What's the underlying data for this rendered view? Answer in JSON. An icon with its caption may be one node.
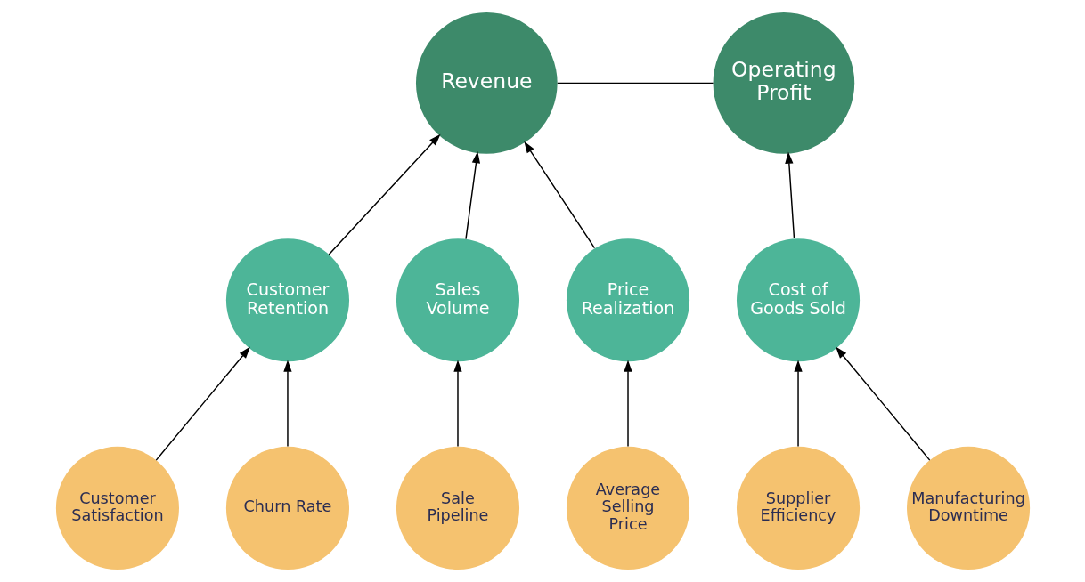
{
  "diagram": {
    "nodes": [
      {
        "text": [
          "Revenue"
        ]
      },
      {
        "text": [
          "Operating Profit"
        ]
      },
      {
        "text": [
          "Customer Retention"
        ]
      },
      {
        "text": [
          "Sales Volume"
        ]
      },
      {
        "text": [
          "Price Realization"
        ]
      },
      {
        "text": [
          "Cost of Goods Sold"
        ]
      },
      {
        "text": [
          "Customer Satisfaction"
        ]
      },
      {
        "text": [
          "Churn Rate"
        ]
      },
      {
        "text": [
          "Sale Pipeline"
        ]
      },
      {
        "text": [
          "Average Selling Price"
        ]
      },
      {
        "text": [
          "Supplier Efficiency"
        ]
      },
      {
        "text": [
          "Manufacturing Downtime"
        ]
      }
    ],
    "edges": [
      {
        "from": 0,
        "to": 1,
        "arrow": "none"
      },
      {
        "from": 2,
        "to": 0,
        "arrow": "to"
      },
      {
        "from": 3,
        "to": 0,
        "arrow": "to"
      },
      {
        "from": 4,
        "to": 0,
        "arrow": "to"
      },
      {
        "from": 5,
        "to": 1,
        "arrow": "to"
      },
      {
        "from": 6,
        "to": 2,
        "arrow": "to"
      },
      {
        "from": 7,
        "to": 2,
        "arrow": "to"
      },
      {
        "from": 8,
        "to": 3,
        "arrow": "to"
      },
      {
        "from": 9,
        "to": 4,
        "arrow": "to"
      },
      {
        "from": 10,
        "to": 5,
        "arrow": "to"
      },
      {
        "from": 11,
        "to": 5,
        "arrow": "to"
      }
    ]
  }
}
